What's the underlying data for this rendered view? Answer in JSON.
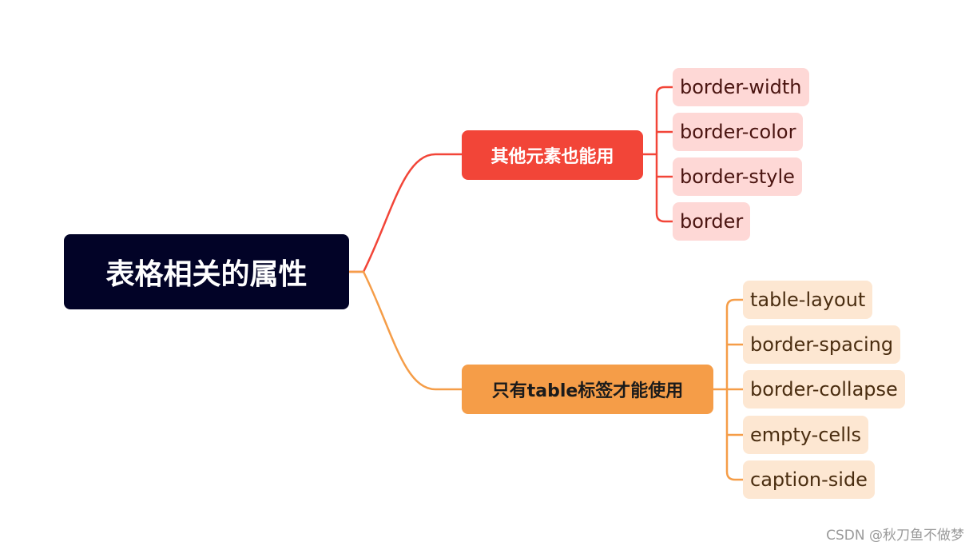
{
  "root": {
    "label": "表格相关的属性"
  },
  "branches": [
    {
      "label": "其他元素也能用",
      "color": "#f24538",
      "leaf_bg": "#fed8d6",
      "leaves": [
        {
          "label": "border-width"
        },
        {
          "label": "border-color"
        },
        {
          "label": "border-style"
        },
        {
          "label": "border"
        }
      ]
    },
    {
      "label": "只有table标签才能使用",
      "color": "#f59d48",
      "leaf_bg": "#fde7d2",
      "leaves": [
        {
          "label": "table-layout"
        },
        {
          "label": "border-spacing"
        },
        {
          "label": "border-collapse"
        },
        {
          "label": "empty-cells"
        },
        {
          "label": "caption-side"
        }
      ]
    }
  ],
  "root_bg": "#020327",
  "watermark": "CSDN @秋刀鱼不做梦"
}
